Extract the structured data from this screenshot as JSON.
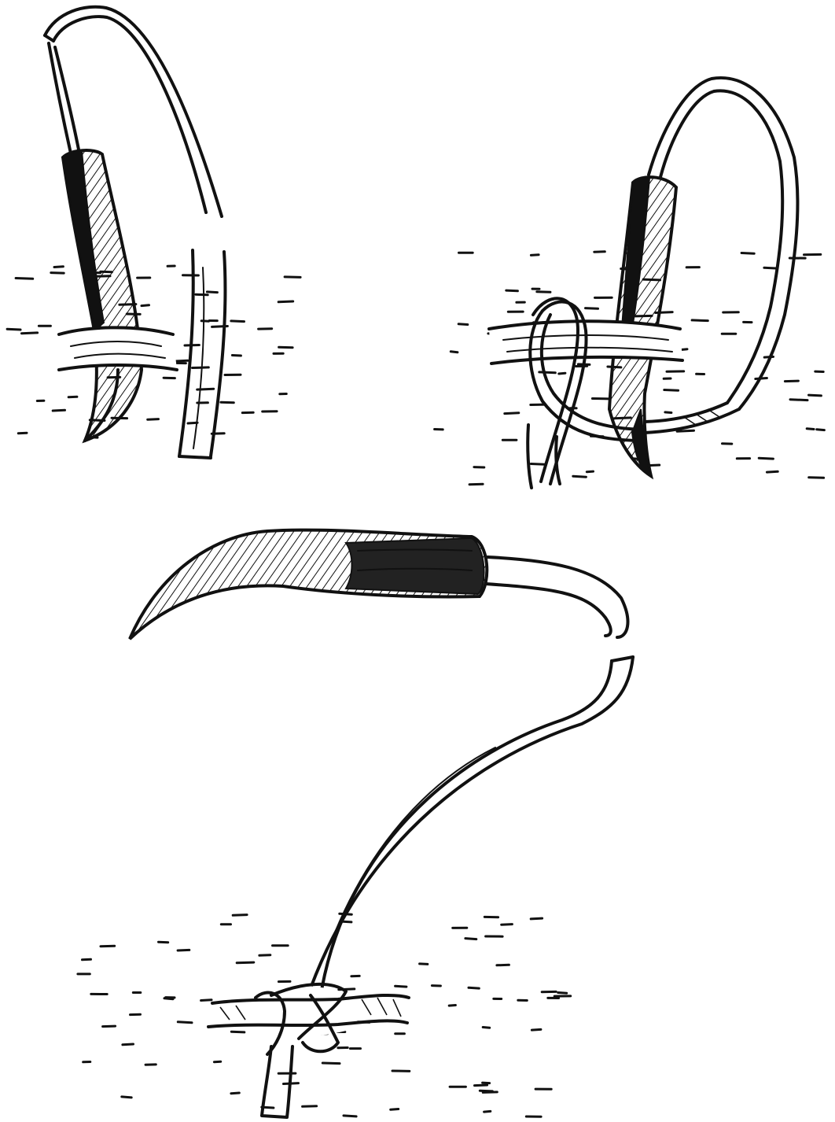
{
  "illustration": {
    "panels": [
      {
        "name": "step-1"
      },
      {
        "name": "step-2"
      },
      {
        "name": "step-3"
      }
    ],
    "colors": {
      "ink": "#111111",
      "paper": "#ffffff"
    }
  }
}
